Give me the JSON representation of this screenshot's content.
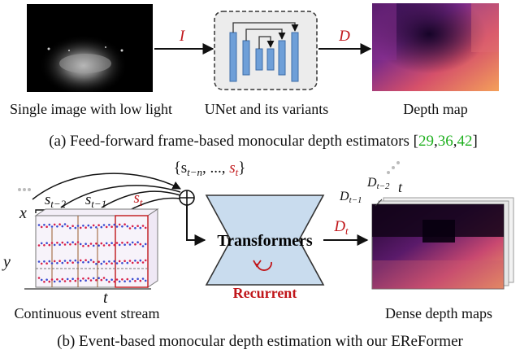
{
  "top": {
    "image_label": "Single image with low light",
    "unet_label": "UNet and its variants",
    "depth_label": "Depth map",
    "arrow_in": "I",
    "arrow_out": "D",
    "caption_main": "(a) Feed-forward frame-based monocular depth estimators [",
    "refs": [
      "29",
      "36",
      "42"
    ],
    "caption_sep": ",",
    "caption_end": "]"
  },
  "bottom": {
    "set_label": "{s",
    "set_sub_start": "t−n",
    "set_mid": ", ..., ",
    "set_sub_end": "t",
    "set_close": "}",
    "seg_s": "s",
    "seg_sub_2": "t−2",
    "seg_sub_1": "t−1",
    "seg_sub_0": "t",
    "axis_x": "x",
    "axis_y": "y",
    "axis_t": "t",
    "transformer_label": "Transformers",
    "recurrent_label": "Recurrent",
    "out_D": "D",
    "out_sub": "t",
    "stack_sub_2": "t−2",
    "stack_sub_1": "t−1",
    "stack_t": "t",
    "event_label": "Continuous event stream",
    "dense_label": "Dense depth maps",
    "caption": "(b) Event-based monocular depth estimation with our EReFormer"
  },
  "colors": {
    "accent_red": "#c0161a",
    "ref_green": "#1fb01f",
    "transformer_fill": "#c9dcee",
    "unet_block": "#6e9fd8"
  }
}
